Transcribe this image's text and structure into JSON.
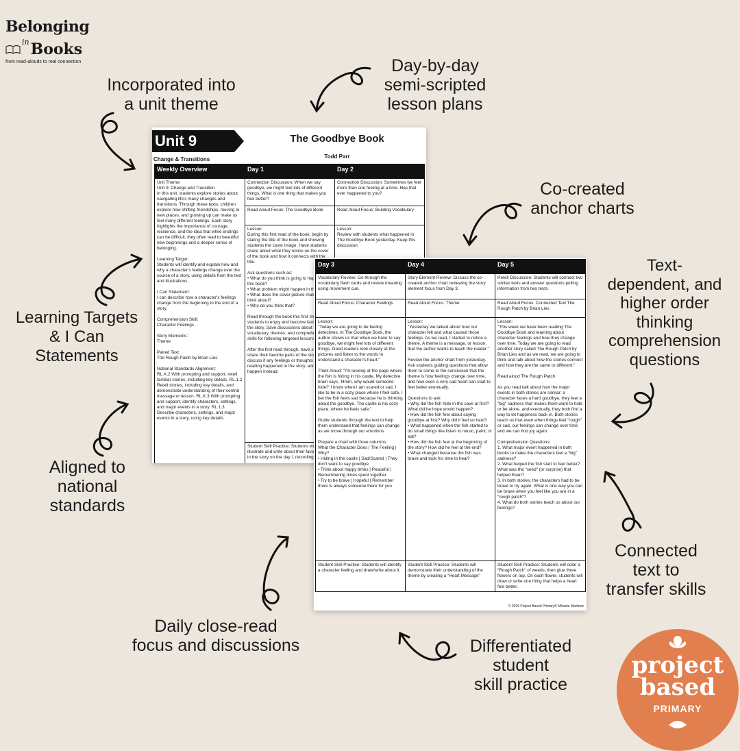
{
  "brand": {
    "logo_line1": "Belonging",
    "logo_in": "in",
    "logo_line2": "Books",
    "logo_tagline": "from read-alouds to real connection",
    "badge_word1": "project",
    "badge_word2": "based",
    "badge_word3": "PRIMARY",
    "badge_color": "#e17f4f",
    "background_color": "#ece6dc"
  },
  "callouts": {
    "unit_theme": "Incorporated into\na unit theme",
    "day_by_day": "Day-by-day\nsemi-scripted\nlesson plans",
    "anchor_charts": "Co-created\nanchor charts",
    "text_dependent": "Text-\ndependent, and\nhigher order\nthinking\ncomprehension\nquestions",
    "learning_targets": "Learning Targets\n& I Can\nStatements",
    "national_standards": "Aligned to\nnational\nstandards",
    "connected_text": "Connected\ntext to\ntransfer skills",
    "close_read": "Daily close-read\nfocus and discussions",
    "differentiated": "Differentiated\nstudent\nskill practice"
  },
  "page1": {
    "unit": "Unit 9",
    "title": "The Goodbye Book",
    "author": "Todd Parr",
    "theme": "Change & Transitions",
    "headers": [
      "Weekly Overview",
      "Day 1",
      "Day 2"
    ],
    "overview": "Unit Theme:\nUnit 9: Change and Transition\nIn this unit, students explore stories about navigating life's many changes and transitions. Through these texts, children explore how shifting friendships, moving to new places, and growing up can make us feel many different feelings. Each story highlights the importance of courage, resilience, and the idea that while endings can be difficult, they often lead to beautiful new beginnings and a deeper sense of belonging.\n\nLearning Target:\nStudents will identify and explain how and why a character's feelings change over the course of a story, using details from the text and illustrations.\n\nI Can Statement:\nI can describe how a character's feelings change from the beginning to the end of a story.\n\nComprehension Skill:\nCharacter Feelings\n\nStory Elements:\nTheme\n\nPaired Text:\nThe Rough Patch by Brian Lies\n\nNational Standards Alignment:\nRL.K.2 With prompting and support, retell familiar stories, including key details. RL.1.2 Retell stories, including key details, and demonstrate understanding of their central message or lesson. RL.K.3 With prompting and support, identify characters, settings, and major events in a story. RL.1.3 Describe characters, settings, and major events in a story, using key details.",
    "day1_rows": [
      "Connection Discussion: When we say goodbye, we might feel lots of different things. What is one thing that makes you feel better?",
      "Read Aloud Focus: The Goodbye Book",
      "Lesson:\nDuring this first read of the book, begin by stating the title of the book and showing students the cover image. Have students share about what they notice on the cover of the book and how it connects with the title.\n\nAsk questions such as:\n• What do you think is going to happen in this book?\n• What problem might happen in the story?\n• What does the cover picture make you think about?\n• Why do you think that?\n\nRead through the book this first time just for students to enjoy and become familiar with the story. Save discussions about the vocabulary, themes, and comprehensions skills for following targeted lessons.\n\nAfter the first read through, have students share their favorite parts of the story, discuss if any feelings or thoughts before reading happened in the story, and what did happen instead.",
      "Student Skill Practice: Students will illustrate and write about their favorite part in the story on the day 1 recording sheet."
    ],
    "day2_rows": [
      "Connection Discussion: Sometimes we feel more than one feeling at a time. Has that ever happened to you?",
      "Read Aloud Focus: Building Vocabulary",
      "Lesson:\nReview with students what happened in The Goodbye Book yesterday. Keep this discussion"
    ]
  },
  "page2": {
    "headers": [
      "Day 3",
      "Day 4",
      "Day 5"
    ],
    "row1": [
      "Vocabulary Review: Go through the vocabulary flash cards and review meaning using movement cue.",
      "Story Element Review: Discuss the co-created anchor chart reviewing the story element focus from Day 3.",
      "Retell Discussion: Students will connect two similar texts and answer questions pulling information from two texts."
    ],
    "row2": [
      "Read Aloud Focus: Character Feelings",
      "Read Aloud Focus: Theme",
      "Read Aloud Focus: Connected Text The Rough Patch by Brian Lies"
    ],
    "row3": [
      "Lesson:\n\"Today we are going to be feeling detectives. In The Goodbye Book, the author shows us that when we have to say goodbye, we might feel lots of different things. Good readers look closely at the pictures and listen to the words to understand a character's heart.\"\n\nThink Aloud: \"I'm looking at the page where the fish is hiding in his castle. My detective brain says, 'Hmm, why would someone hide?' I know when I am scared or sad, I like to be in a cozy place where I feel safe. I bet the fish feels sad because he is thinking about the goodbye. The castle is his cozy place, where he feels safe.\"\n\nGuide students through the text to help them understand that feelings can change as we move through our emotions.\n\nPrepare a chart with three columns:\nWhat the Character Does | The Feeling | Why?\n• Hiding in the castle | Sad/Scared | They don't want to say goodbye\n• Think about happy times | Peaceful | Remembering times spent together\n• Try to be brave | Hopeful | Remember there is always someone there for you",
      "Lesson:\n\"Yesterday we talked about how our character felt and what caused those feelings. As we read, I started to notice a theme. A theme is a message, or lesson, that the author wants to teach the reader.\"\n\nReview the anchor chart from yesterday. Ask students guiding questions that allow them to come to the conclusion that the theme is how feelings change over time, and how even a very sad heart can start to feel better eventually.\n\nQuestions to ask:\n• Why did the fish hide in the cave at first? What did he hope would happen?\n• How did the fish feel about saying goodbye at first? Why did it feel so hard?\n• What happened when the fish started to do small things like listen to music, paint, or eat?\n• How did the fish feel at the beginning of the story? How did he feel at the end?\n• What changed because the fish was brave and took his time to heal?",
      "Lesson:\n\"This week we have been reading The Goodbye Book and learning about character feelings and how they change over time. Today we are going to read another story called The Rough Patch by Brian Lies and as we read, we are going to think and talk about how the stories connect and how they are the same or different.\"\n\nRead aloud The Rough Patch\n\nAs you read talk about how the major events in both stories are similar: a character faces a hard goodbye, they feel a \"big\" sadness that makes them want to hide or be alone, and eventually, they both find a way to let happiness back in. Both stories teach us that even when things feel \"rough\" or sad, our feelings can change over time and we can find joy again.\n\nComprehension Questions:\n1. What major event happened in both books to make the characters feel a \"big\" sadness?\n2. What helped the fish start to feel better? What was the \"seed\" (or surprise) that helped Evan?\n3. In both stories, the characters had to be brave to try again. What is one way you can be brave when you feel like you are in a \"rough patch\"?\n4. What do both stories teach us about our feelings?"
    ],
    "row4": [
      "Student Skill Practice: Students will identify a character feeling and draw/write about it.",
      "Student Skill Practice: Students will demonstrate their understanding of the theme by creating a \"Heart Message\"",
      "Student Skill Practice: Students will color a \"Rough Patch\" of weeds, then glue three flowers on top. On each flower, students will draw or write one thing that helps a heart feel better."
    ],
    "copyright": "© 2026 Project Based Primary® Mikaela Martinez"
  }
}
